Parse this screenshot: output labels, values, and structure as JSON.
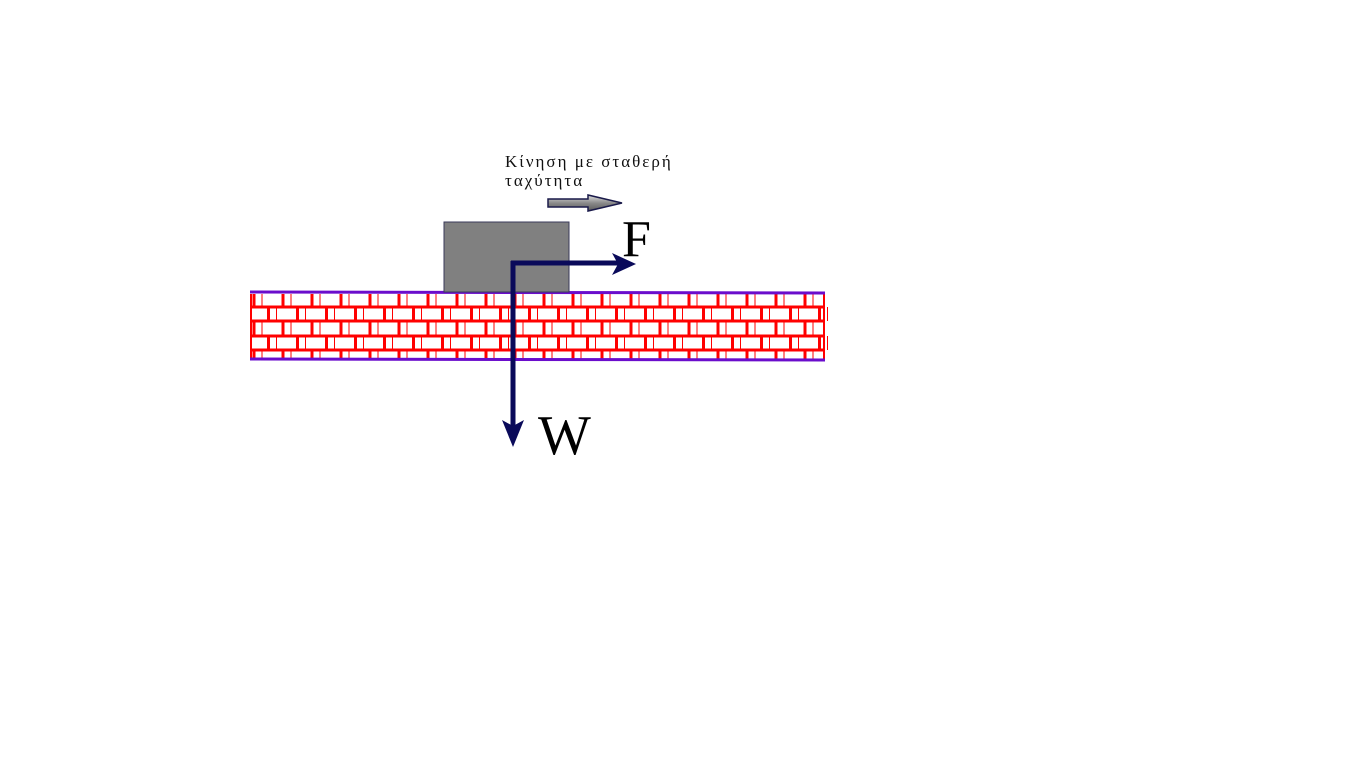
{
  "caption": {
    "line1": "Κίνηση με σταθερή",
    "line2": "ταχύτητα"
  },
  "forces": {
    "applied_label": "F",
    "weight_label": "W"
  },
  "colors": {
    "block": "#808080",
    "brick": "#ff0000",
    "floor_edge": "#6a0dcc",
    "force_arrow": "#0a0a5a",
    "motion_arrow": "#8a8a8a"
  },
  "icons": {
    "motion": "right-arrow-icon",
    "force": "vector-arrow-icon"
  }
}
